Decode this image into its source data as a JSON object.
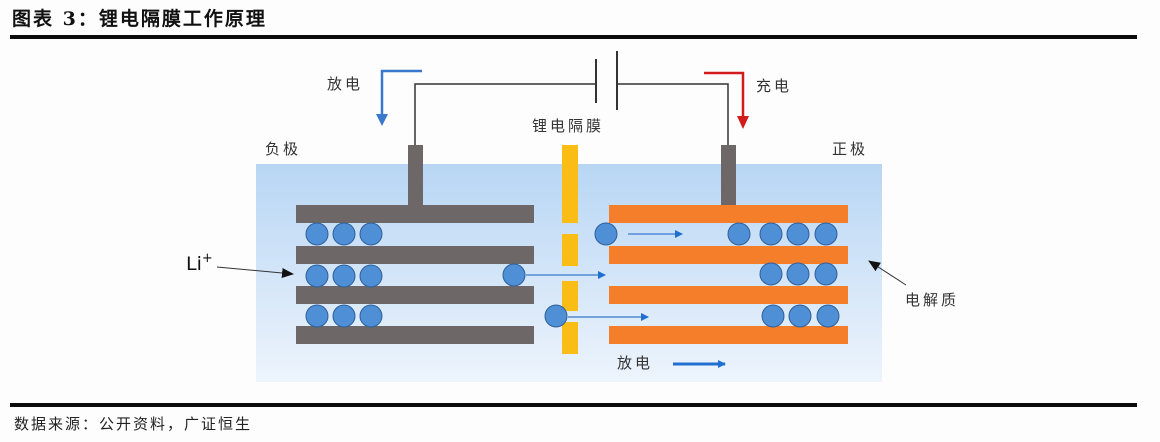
{
  "figure": {
    "title": "图表 3：锂电隔膜工作原理",
    "source": "数据来源：公开资料，广证恒生"
  },
  "diagram": {
    "labels": {
      "discharge_top": "放电",
      "charge_top": "充电",
      "separator": "锂电隔膜",
      "anode": "负极",
      "cathode": "正极",
      "ion": "Li",
      "ion_sup": "+",
      "electrolyte": "电解质",
      "discharge_bottom": "放电"
    },
    "colors": {
      "electrolyte": "#c4dcf5",
      "anode_plate": "#6e6767",
      "cathode_plate": "#f47e2a",
      "separator": "#f9bd16",
      "ion": "#4f8fd6",
      "ion_border": "#2f5f9a",
      "discharge_arrow": "#3a78cc",
      "charge_arrow": "#d21c1c",
      "wire": "#333333"
    }
  }
}
